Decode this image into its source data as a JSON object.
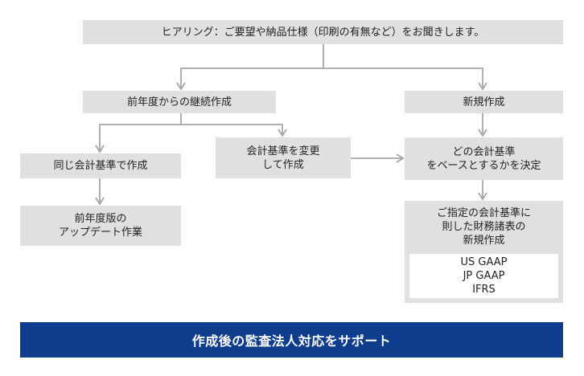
{
  "flowchart": {
    "hearing": "ヒアリング：ご要望や納品仕様（印刷の有無など）をお聞きします。",
    "continuation": "前年度からの継続作成",
    "new_creation": "新規作成",
    "same_standard": "同じ会計基準で作成",
    "change_standard": "会計基準を変更\nして作成",
    "decide_standard": "どの会計基準\nをベースとするかを決定",
    "update_work": "前年度版の\nアップデート作業",
    "specified_standard": "ご指定の会計基準に\n則した財務諸表の\n新規作成",
    "standards": [
      "US GAAP",
      "JP GAAP",
      "IFRS"
    ]
  },
  "banner": "作成後の監査法人対応をサポート",
  "colors": {
    "box": "#e0e0e0",
    "arrow": "#a6a6a6",
    "banner": "#0d3d8c",
    "banner_text": "#ffffff"
  }
}
